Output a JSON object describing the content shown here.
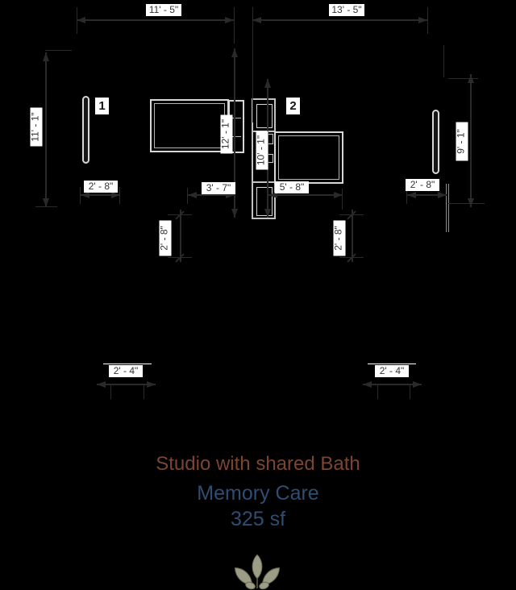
{
  "drawing": {
    "room1_label": "1",
    "room2_label": "2"
  },
  "dims": {
    "top_left": "11' - 5\"",
    "top_right": "13' - 5\"",
    "left_height": "11' - 1\"",
    "right_height": "9' - 1\"",
    "room1_depth": "12' - 1\"",
    "bath_depth": "10' - 1\"",
    "room1_closet": "2' - 8\"",
    "room1_entry": "3' - 7\"",
    "room2_bed": "5' - 8\"",
    "room2_wall": "2' - 8\"",
    "door_left": "2' - 8\"",
    "door_right": "2' - 8\"",
    "opening_left": "2' - 4\"",
    "opening_right": "2' - 4\""
  },
  "caption": {
    "line1": "Studio with shared Bath",
    "line2": "Memory Care",
    "line3": "325 sf"
  },
  "colors": {
    "background": "#000000",
    "dim_line": "#2a2a2a",
    "label_bg": "#ffffff",
    "label_text": "#333333",
    "fixture_line": "#d8d8d8",
    "caption_title": "#7c4530",
    "caption_sub": "#2f4d71",
    "plant_leaf": "#9c9c87"
  },
  "icons": {
    "plant": "plant-icon"
  }
}
